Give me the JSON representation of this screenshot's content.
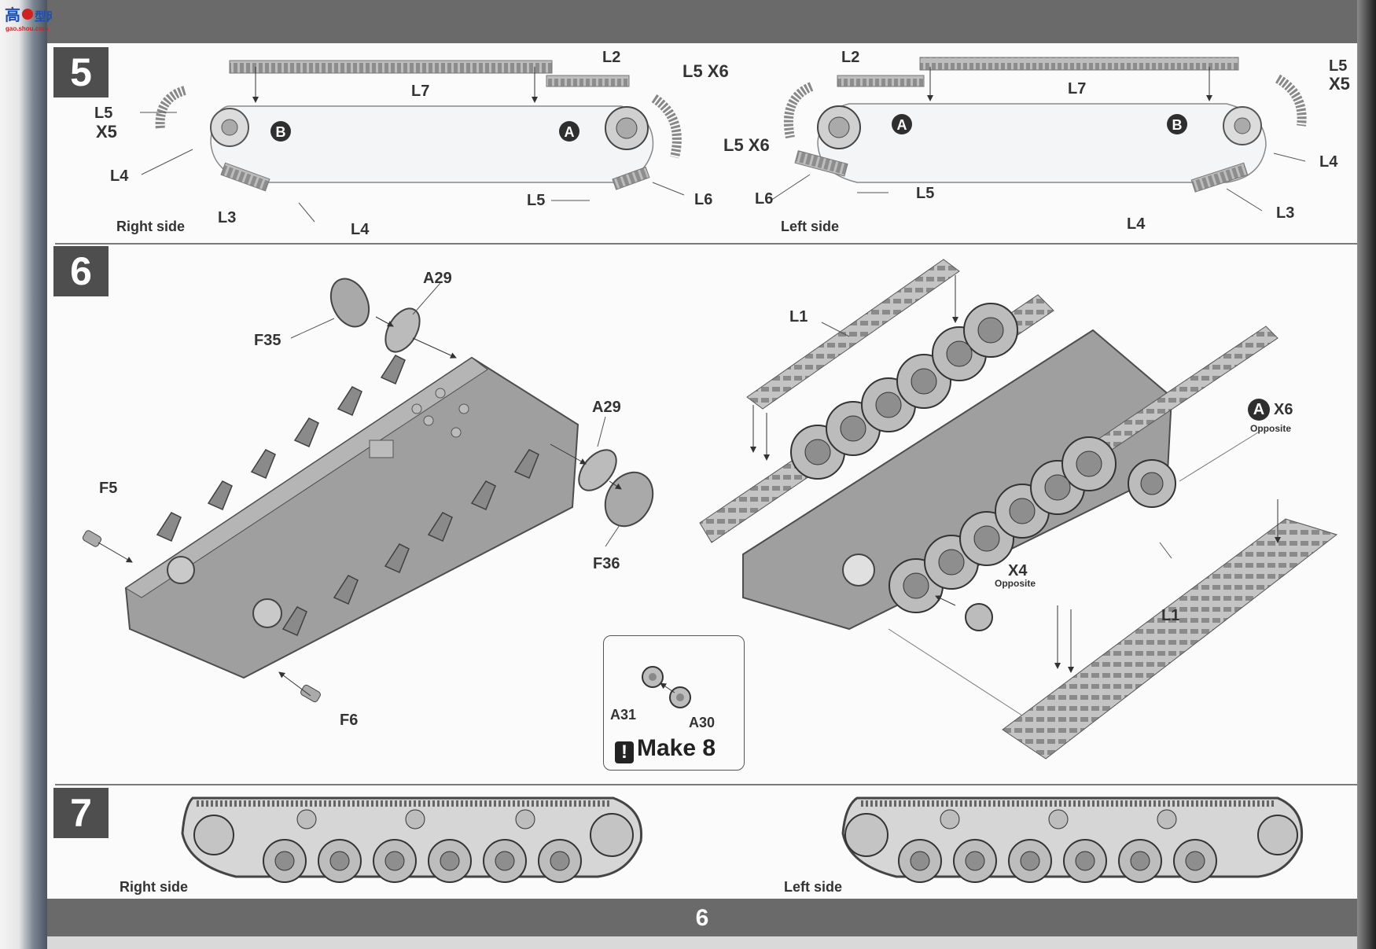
{
  "logo": {
    "glyph": "高",
    "line1": "型网",
    "line2": "gao.shou.com"
  },
  "page_number": "6",
  "steps": [
    {
      "number": "5"
    },
    {
      "number": "6"
    },
    {
      "number": "7"
    }
  ],
  "step5": {
    "right": {
      "side_label": "Right side",
      "labels": {
        "l5": "L5",
        "x5": "X5",
        "l4a": "L4",
        "l3": "L3",
        "l4b": "L4",
        "l7": "L7",
        "l2": "L2",
        "l5x6": "L5 X6",
        "l5b": "L5",
        "l6": "L6",
        "a": "A",
        "b": "B"
      }
    },
    "left": {
      "side_label": "Left side",
      "labels": {
        "l2": "L2",
        "l7": "L7",
        "l5x6": "L5 X6",
        "l6": "L6",
        "l5b": "L5",
        "l5": "L5",
        "x5": "X5",
        "l4a": "L4",
        "l4b": "L4",
        "l3": "L3",
        "a": "A",
        "b": "B"
      }
    }
  },
  "step6": {
    "labels": {
      "a29_top": "A29",
      "f35": "F35",
      "a29_right": "A29",
      "f36": "F36",
      "f5": "F5",
      "f6": "F6",
      "l1_top": "L1",
      "l1_bottom": "L1",
      "x4": "X4",
      "opposite1": "Opposite",
      "a_x6_circle": "A",
      "x6": "X6",
      "opposite2": "Opposite"
    },
    "make_box": {
      "a31": "A31",
      "a30": "A30",
      "make_text": "Make 8",
      "bang": "!"
    }
  },
  "step7": {
    "right_label": "Right side",
    "left_label": "Left side"
  },
  "colors": {
    "bar": "#6a6a6a",
    "step_box": "#4e4e4e",
    "part": "#9a9a9a",
    "line": "#555555"
  }
}
